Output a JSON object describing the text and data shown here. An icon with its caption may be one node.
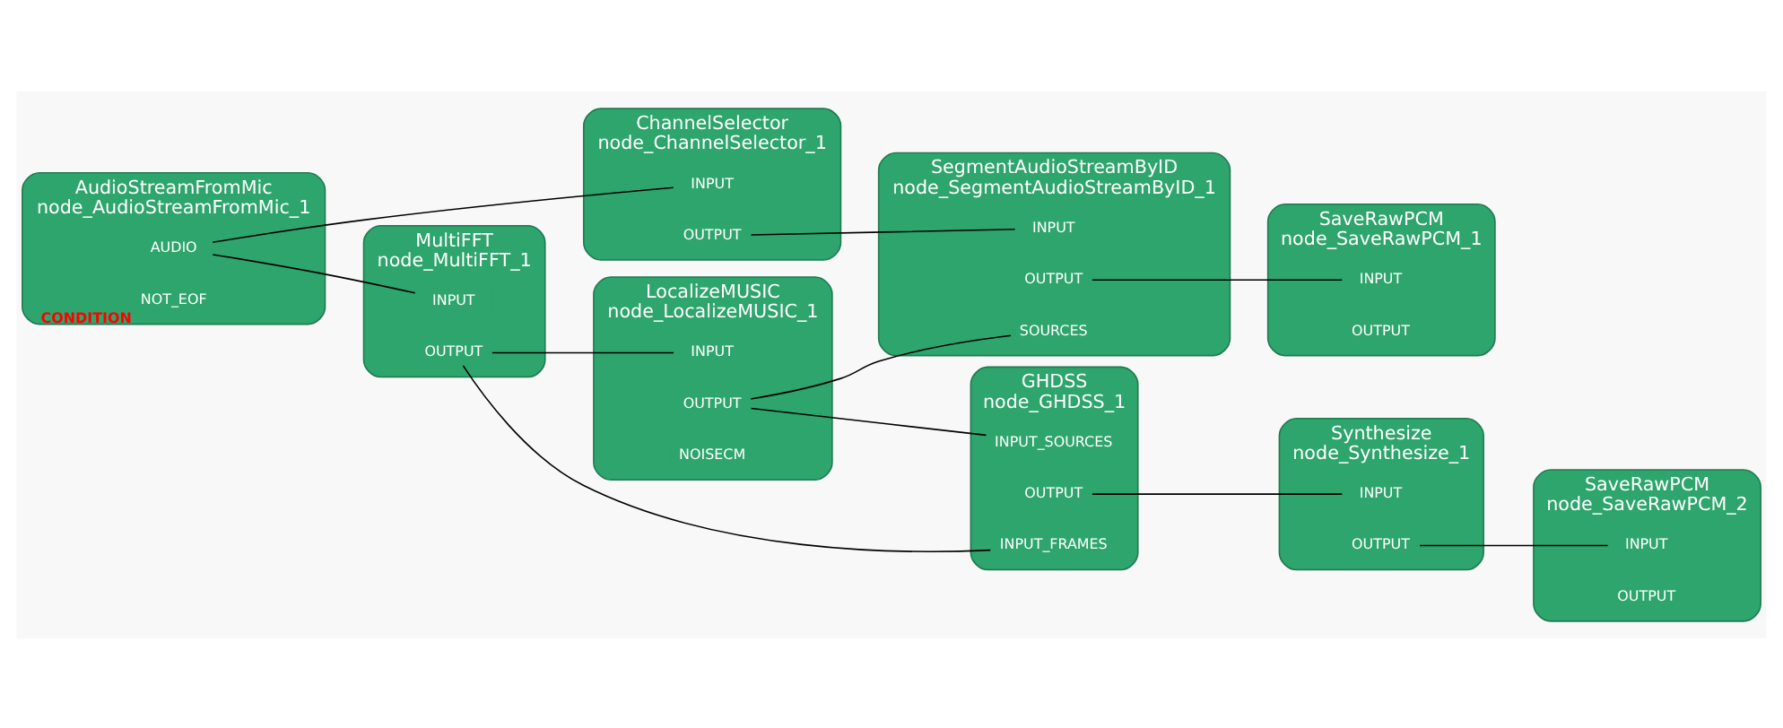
{
  "diagram": {
    "nodes": [
      {
        "text": [
          "AudioStreamFromMic",
          "node_AudioStreamFromMic_1"
        ]
      },
      {
        "text": [
          "AUDIO"
        ],
        "in": 0
      },
      {
        "text": [
          "NOT_EOF"
        ],
        "in": 0,
        "beside": [
          "CONDITION"
        ]
      },
      {
        "text": [
          "ChannelSelector",
          "node_ChannelSelector_1"
        ]
      },
      {
        "text": [
          "INPUT"
        ],
        "in": 3
      },
      {
        "text": [
          "OUTPUT"
        ],
        "in": 3
      },
      {
        "text": [
          "SegmentAudioStreamByID",
          "node_SegmentAudioStreamByID_1"
        ]
      },
      {
        "text": [
          "INPUT"
        ],
        "in": 6
      },
      {
        "text": [
          "OUTPUT"
        ],
        "in": 6
      },
      {
        "text": [
          "SOURCES"
        ],
        "in": 6
      },
      {
        "text": [
          "SaveRawPCM",
          "node_SaveRawPCM_1"
        ]
      },
      {
        "text": [
          "INPUT"
        ],
        "in": 10
      },
      {
        "text": [
          "OUTPUT"
        ],
        "in": 10
      },
      {
        "text": [
          "MultiFFT",
          "node_MultiFFT_1"
        ]
      },
      {
        "text": [
          "INPUT"
        ],
        "in": 13
      },
      {
        "text": [
          "OUTPUT"
        ],
        "in": 13
      },
      {
        "text": [
          "GHDSS",
          "node_GHDSS_1"
        ]
      },
      {
        "text": [
          "INPUT_FRAMES"
        ],
        "in": 16
      },
      {
        "text": [
          "OUTPUT"
        ],
        "in": 16
      },
      {
        "text": [
          "INPUT_SOURCES"
        ],
        "in": 16
      },
      {
        "text": [
          "LocalizeMUSIC",
          "node_LocalizeMUSIC_1"
        ]
      },
      {
        "text": [
          "INPUT"
        ],
        "in": 20
      },
      {
        "text": [
          "OUTPUT"
        ],
        "in": 20
      },
      {
        "text": [
          "NOISECM"
        ],
        "in": 20
      },
      {
        "text": [
          "Synthesize",
          "node_Synthesize_1"
        ]
      },
      {
        "text": [
          "INPUT"
        ],
        "in": 24
      },
      {
        "text": [
          "OUTPUT"
        ],
        "in": 24
      },
      {
        "text": [
          "SaveRawPCM",
          "node_SaveRawPCM_2"
        ]
      },
      {
        "text": [
          "INPUT"
        ],
        "in": 27
      },
      {
        "text": [
          "OUTPUT"
        ],
        "in": 27
      }
    ],
    "edges": [
      {
        "from": 1,
        "to": 4,
        "arrow": "none"
      },
      {
        "from": 5,
        "to": 7,
        "arrow": "none"
      },
      {
        "from": 8,
        "to": 11,
        "arrow": "none"
      },
      {
        "from": 1,
        "to": 14,
        "arrow": "none"
      },
      {
        "from": 15,
        "to": 17,
        "arrow": "none"
      },
      {
        "from": 15,
        "to": 21,
        "arrow": "none"
      },
      {
        "from": 22,
        "to": 19,
        "arrow": "none"
      },
      {
        "from": 22,
        "to": 9,
        "arrow": "none"
      },
      {
        "from": 18,
        "to": 25,
        "arrow": "none"
      },
      {
        "from": 26,
        "to": 28,
        "arrow": "none"
      }
    ]
  }
}
